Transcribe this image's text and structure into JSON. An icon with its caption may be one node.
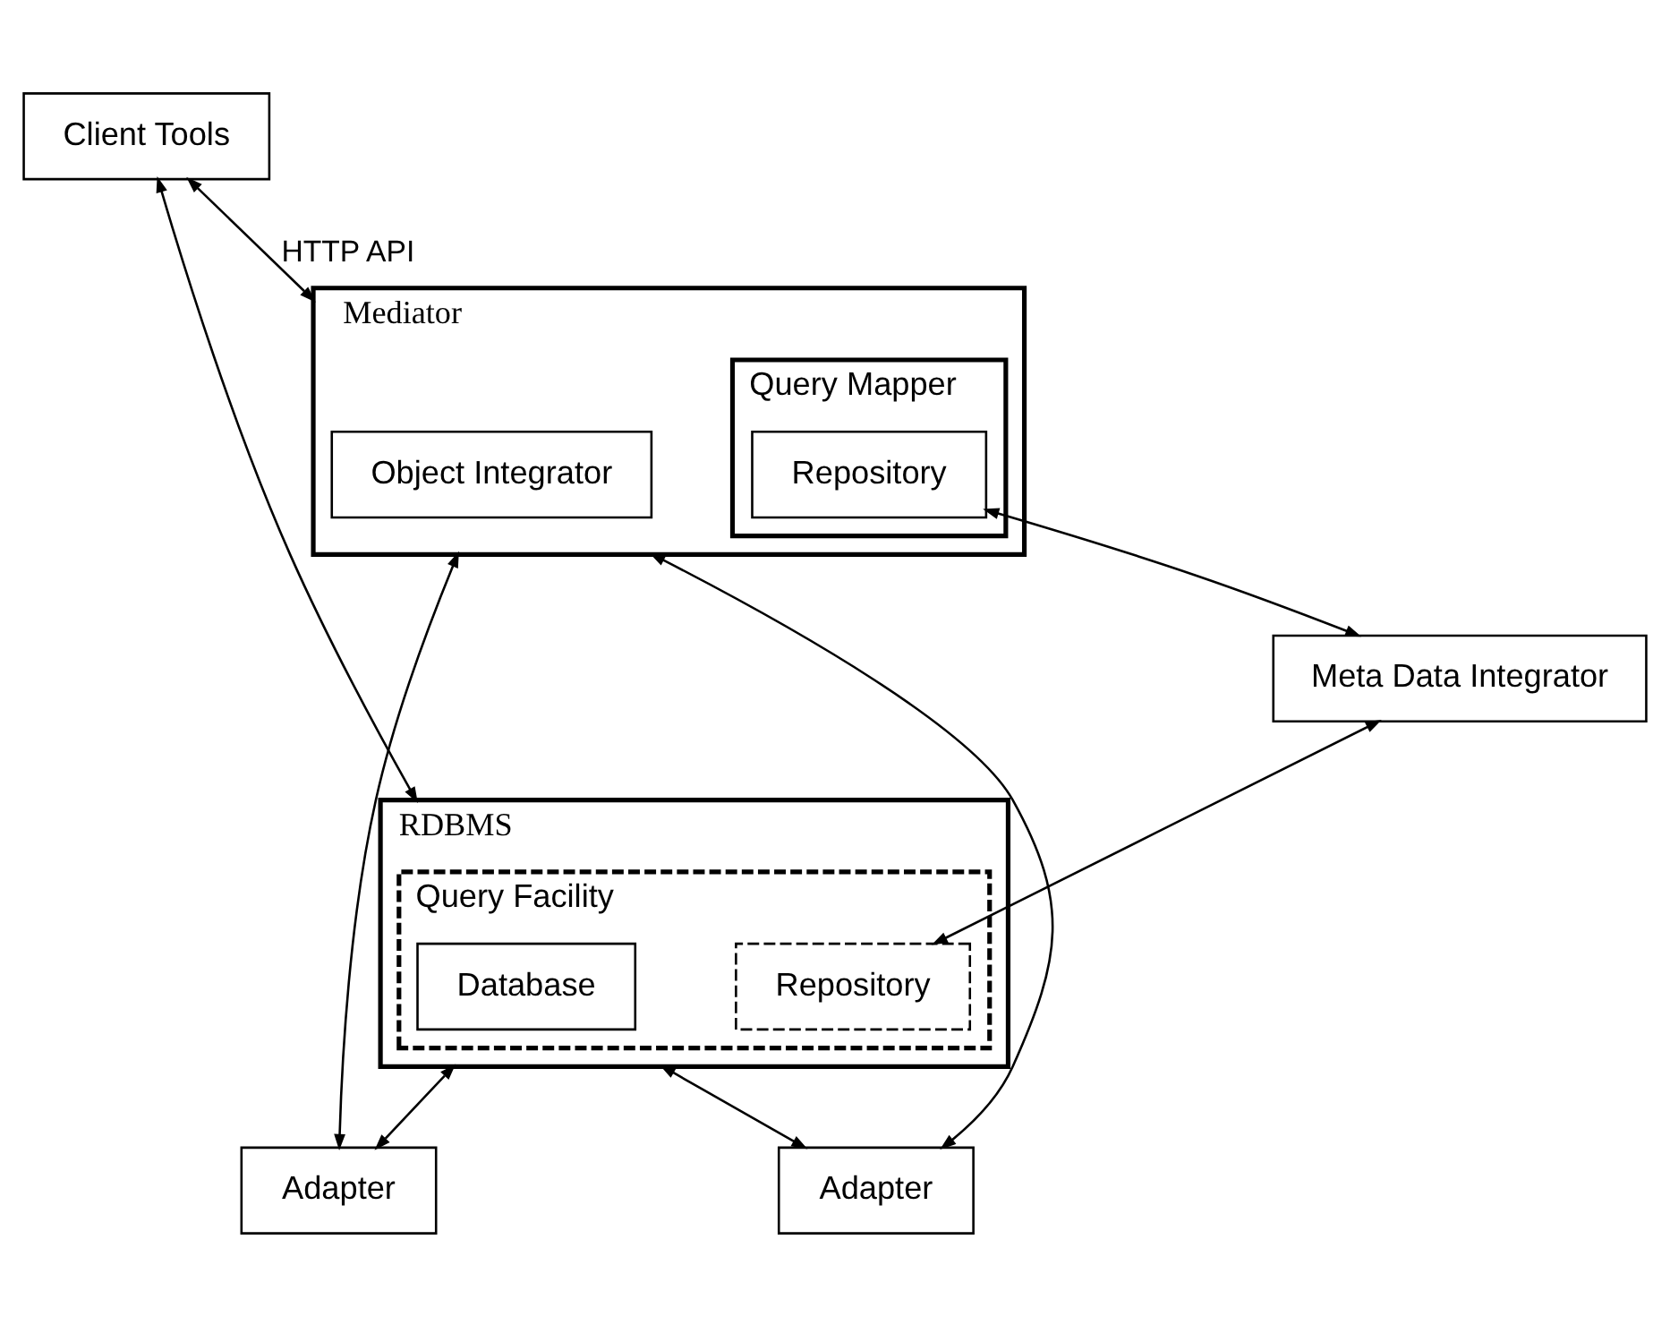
{
  "diagram": {
    "nodes": [
      {
        "text": [
          "Client Tools"
        ]
      },
      {
        "text": [
          "Mediator"
        ]
      },
      {
        "text": [
          "Query Mapper"
        ],
        "in": 1
      },
      {
        "text": [
          "Repository"
        ],
        "in": 2
      },
      {
        "text": [
          "Object Integrator"
        ],
        "in": 1
      },
      {
        "text": [
          "Meta Data Integrator"
        ]
      },
      {
        "text": [
          "RDBMS"
        ]
      },
      {
        "text": [
          "Query Facility"
        ],
        "in": 6
      },
      {
        "text": [
          "Repository"
        ],
        "in": 7
      },
      {
        "text": [
          "Database"
        ],
        "in": 7
      },
      {
        "text": [
          "Adapter"
        ]
      },
      {
        "text": [
          "Adapter"
        ]
      }
    ],
    "edges": [
      {
        "from": 0,
        "to": 1,
        "arrow": "both",
        "label": "HTTP API"
      },
      {
        "from": 0,
        "to": 6,
        "arrow": "both"
      },
      {
        "from": 3,
        "to": 5,
        "arrow": "both"
      },
      {
        "from": 5,
        "to": 8,
        "arrow": "both"
      },
      {
        "from": 1,
        "to": 10,
        "arrow": "both"
      },
      {
        "from": 1,
        "to": 11,
        "arrow": "both"
      },
      {
        "from": 6,
        "to": 10,
        "arrow": "both"
      },
      {
        "from": 6,
        "to": 11,
        "arrow": "both"
      }
    ]
  }
}
